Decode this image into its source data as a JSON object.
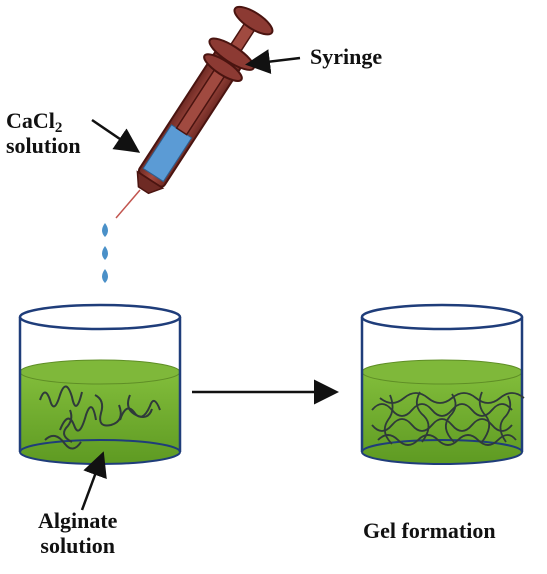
{
  "labels": {
    "syringe": "Syringe",
    "cacl2_main": "CaCl",
    "cacl2_sub": "2",
    "cacl2_line2": "solution",
    "alginate_line1": "Alginate",
    "alginate_line2": "solution",
    "gel": "Gel formation"
  },
  "colors": {
    "syringe_body": "#8c3a33",
    "syringe_dark": "#4a1410",
    "cacl2_liquid": "#5b9bd5",
    "drop": "#4a90c8",
    "gel_green": "#6aa32a",
    "gel_top": "#7fb83a",
    "beaker_outline": "#1f3d7a",
    "fiber": "#2f3a3a"
  }
}
